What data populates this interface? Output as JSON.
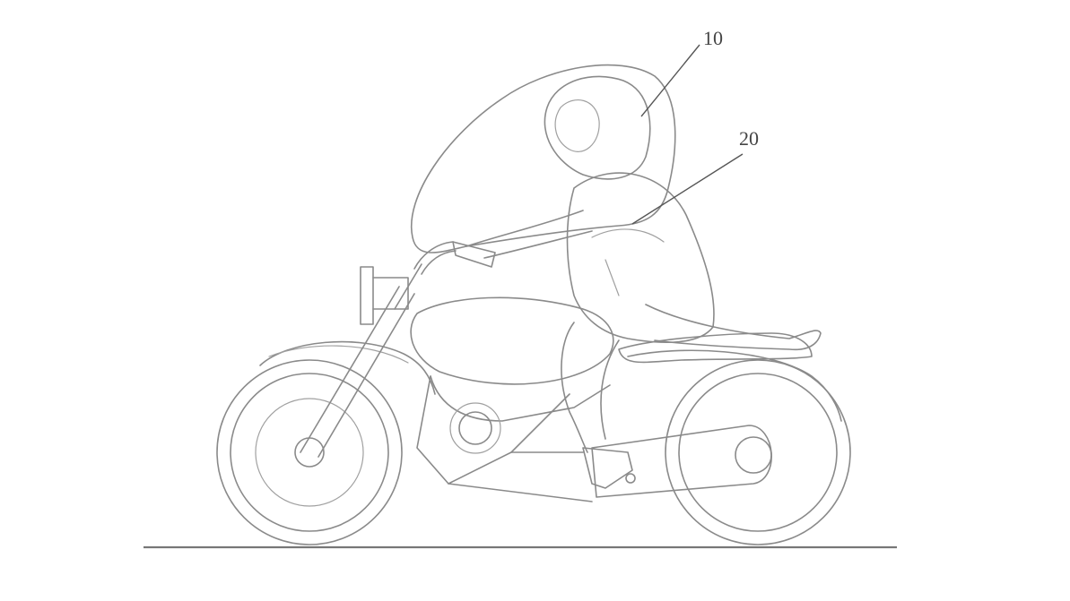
{
  "figure": {
    "labels": [
      {
        "id": "airbag",
        "text": "10"
      },
      {
        "id": "vest",
        "text": "20"
      }
    ]
  }
}
